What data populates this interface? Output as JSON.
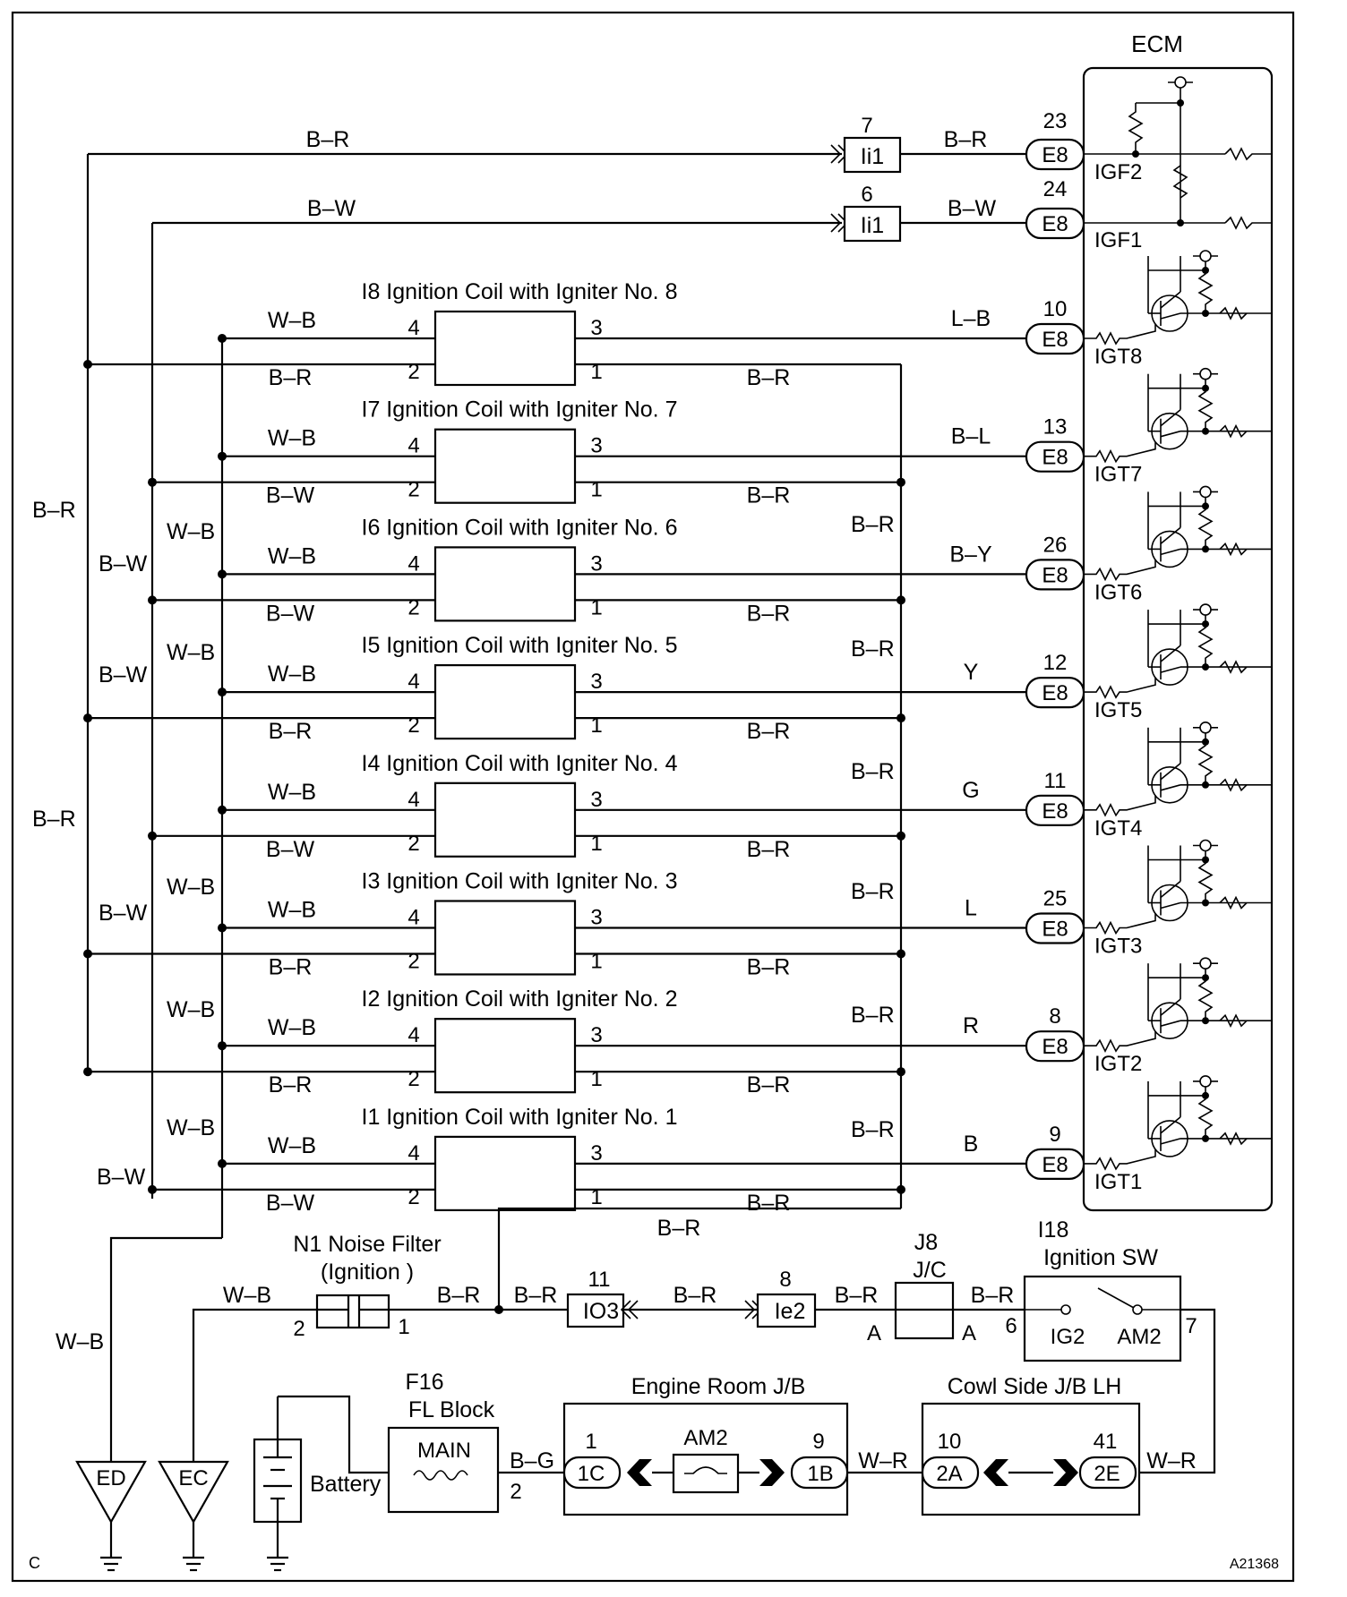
{
  "ecm": {
    "title": "ECM",
    "pins": [
      {
        "num": "23",
        "conn": "E8",
        "signal": "IGF2",
        "wire": "B–R"
      },
      {
        "num": "24",
        "conn": "E8",
        "signal": "IGF1",
        "wire": "B–W"
      },
      {
        "num": "10",
        "conn": "E8",
        "signal": "IGT8",
        "wire": "L–B"
      },
      {
        "num": "13",
        "conn": "E8",
        "signal": "IGT7",
        "wire": "B–L"
      },
      {
        "num": "26",
        "conn": "E8",
        "signal": "IGT6",
        "wire": "B–Y"
      },
      {
        "num": "12",
        "conn": "E8",
        "signal": "IGT5",
        "wire": "Y"
      },
      {
        "num": "11",
        "conn": "E8",
        "signal": "IGT4",
        "wire": "G"
      },
      {
        "num": "25",
        "conn": "E8",
        "signal": "IGT3",
        "wire": "L"
      },
      {
        "num": "8",
        "conn": "E8",
        "signal": "IGT2",
        "wire": "R"
      },
      {
        "num": "9",
        "conn": "E8",
        "signal": "IGT1",
        "wire": "B"
      }
    ]
  },
  "junctions": [
    {
      "num": "7",
      "label": "Ii1",
      "wire_in": "B–R"
    },
    {
      "num": "6",
      "label": "Ii1",
      "wire_in": "B–W"
    }
  ],
  "coils": [
    {
      "title": "I8 Ignition Coil with Igniter No. 8",
      "top_wire": "W–B",
      "bottom_wire": "B–R",
      "right_wire": "B–R",
      "pin4": "4",
      "pin2": "2",
      "pin3": "3",
      "pin1": "1"
    },
    {
      "title": "I7 Ignition Coil with Igniter No. 7",
      "top_wire": "W–B",
      "bottom_wire": "B–W",
      "right_wire": "B–R",
      "pin4": "4",
      "pin2": "2",
      "pin3": "3",
      "pin1": "1"
    },
    {
      "title": "I6 Ignition Coil with Igniter No. 6",
      "top_wire": "W–B",
      "bottom_wire": "B–W",
      "right_wire": "B–R",
      "pin4": "4",
      "pin2": "2",
      "pin3": "3",
      "pin1": "1"
    },
    {
      "title": "I5 Ignition Coil with Igniter No. 5",
      "top_wire": "W–B",
      "bottom_wire": "B–R",
      "right_wire": "B–R",
      "pin4": "4",
      "pin2": "2",
      "pin3": "3",
      "pin1": "1"
    },
    {
      "title": "I4 Ignition Coil with Igniter No. 4",
      "top_wire": "W–B",
      "bottom_wire": "B–W",
      "right_wire": "B–R",
      "pin4": "4",
      "pin2": "2",
      "pin3": "3",
      "pin1": "1"
    },
    {
      "title": "I3 Ignition Coil with Igniter No. 3",
      "top_wire": "W–B",
      "bottom_wire": "B–R",
      "right_wire": "B–R",
      "pin4": "4",
      "pin2": "2",
      "pin3": "3",
      "pin1": "1"
    },
    {
      "title": "I2 Ignition Coil with Igniter No. 2",
      "top_wire": "W–B",
      "bottom_wire": "B–R",
      "right_wire": "B–R",
      "pin4": "4",
      "pin2": "2",
      "pin3": "3",
      "pin1": "1"
    },
    {
      "title": "I1 Ignition Coil with Igniter No. 1",
      "top_wire": "W–B",
      "bottom_wire": "B–W",
      "right_wire": "B–R",
      "pin4": "4",
      "pin2": "2",
      "pin3": "3",
      "pin1": "1"
    }
  ],
  "left_labels": {
    "br1": "B–R",
    "br2": "B–R",
    "bw1": "B–W",
    "bw2": "B–W",
    "bw3": "B–W",
    "bw4": "B–W",
    "wb1": "W–B",
    "wb2": "W–B",
    "wb3": "W–B",
    "wb4": "W–B",
    "wb5": "W–B",
    "wb_ground": "W–B",
    "top_br": "B–R",
    "top_bw": "B–W"
  },
  "right_bus": {
    "br_labels": [
      "B–R",
      "B–R",
      "B–R",
      "B–R",
      "B–R",
      "B–R"
    ]
  },
  "power": {
    "noise_filter_title": "N1 Noise Filter",
    "noise_filter_sub": "(Ignition )",
    "nf_pin_left": "2",
    "nf_pin_right": "1",
    "wb_left": "W–B",
    "br_after_nf": "B–R",
    "br_to_bus": "B–R",
    "io3_num": "11",
    "io3_label": "IO3",
    "wire_io3_left": "B–R",
    "wire_io3_ie2": "B–R",
    "ie2_num": "8",
    "ie2_label": "Ie2",
    "wire_ie2_j8": "B–R",
    "j8_title": "J8",
    "j8_sub": "J/C",
    "j8_pin_l": "A",
    "j8_pin_r": "A",
    "wire_j8_sw": "B–R",
    "sw_title": "I18",
    "sw_sub": "Ignition SW",
    "sw_pin_l": "6",
    "sw_pin_r": "7",
    "sw_ig2": "IG2",
    "sw_am2": "AM2",
    "f16_title": "F16",
    "f16_sub": "FL Block",
    "main": "MAIN",
    "bg_wire": "B–G",
    "f16_pin": "2",
    "battery": "Battery",
    "erjb_title": "Engine Room J/B",
    "erjb_pin1": "1",
    "erjb_1c": "1C",
    "am2": "AM2",
    "erjb_pin9": "9",
    "erjb_1b": "1B",
    "wr1": "W–R",
    "csjb_title": "Cowl Side J/B LH",
    "csjb_pin10": "10",
    "csjb_2a": "2A",
    "csjb_pin41": "41",
    "csjb_2e": "2E",
    "wr2": "W–R",
    "ed": "ED",
    "ec": "EC"
  },
  "corner_left": "C",
  "figure_code": "A21368"
}
